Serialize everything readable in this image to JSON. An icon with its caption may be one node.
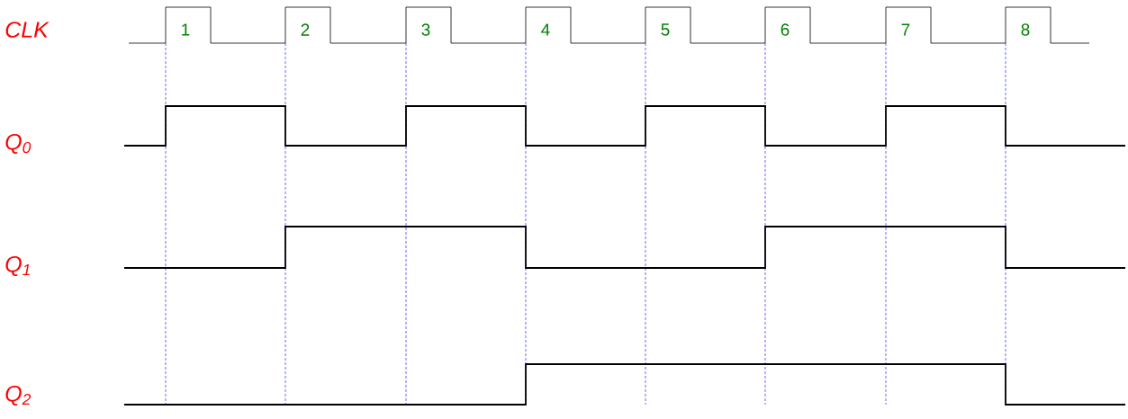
{
  "diagram": {
    "labels": [
      "CLK",
      "1",
      "2",
      "3",
      "4",
      "5",
      "6",
      "7",
      "8",
      "Q$_{0}$",
      "Q$_{1}$",
      "Q$_{2}$"
    ]
  }
}
